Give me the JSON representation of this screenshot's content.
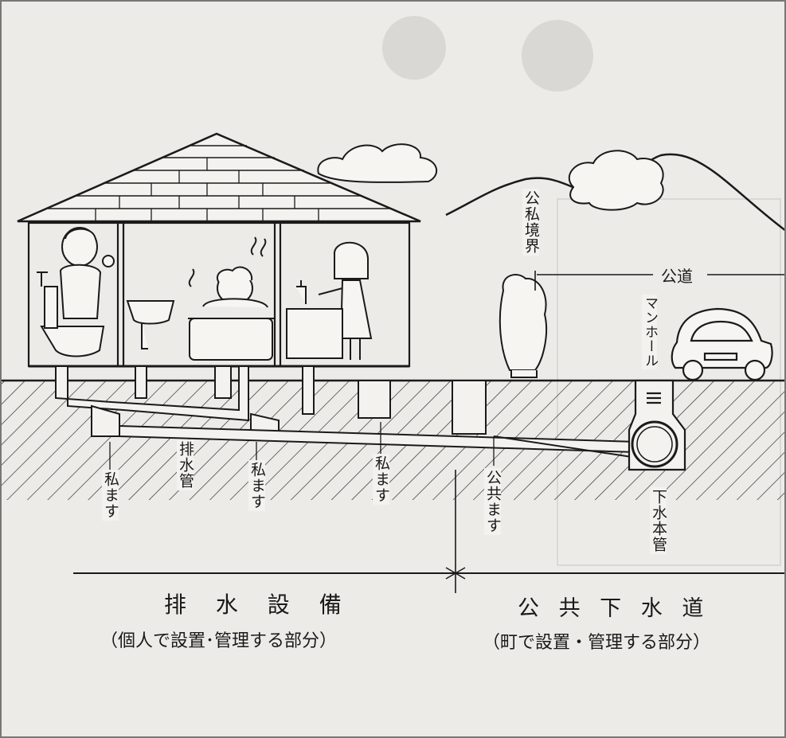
{
  "labels": {
    "kousi_kyoukai": "公私境界",
    "koudou": "公道",
    "manhole": "マンホール",
    "haisuikan": "排水管",
    "shimasu_1": "私ます",
    "shimasu_2": "私ます",
    "shimasu_3": "私ます",
    "kouma_su": "公共ます",
    "gesui_honkan": "下水本管",
    "haisui_setsubi": "排 水 設 備",
    "haisui_setsubi_note": "（個人で設置･管理する部分）",
    "koukyou_gesuidou": "公 共 下 水 道",
    "koukyou_gesuidou_note": "（町で設置・管理する部分）"
  },
  "colors": {
    "ink": "#1a1a1a",
    "paper": "#ecebe8",
    "ground": "#f3f2ef"
  }
}
